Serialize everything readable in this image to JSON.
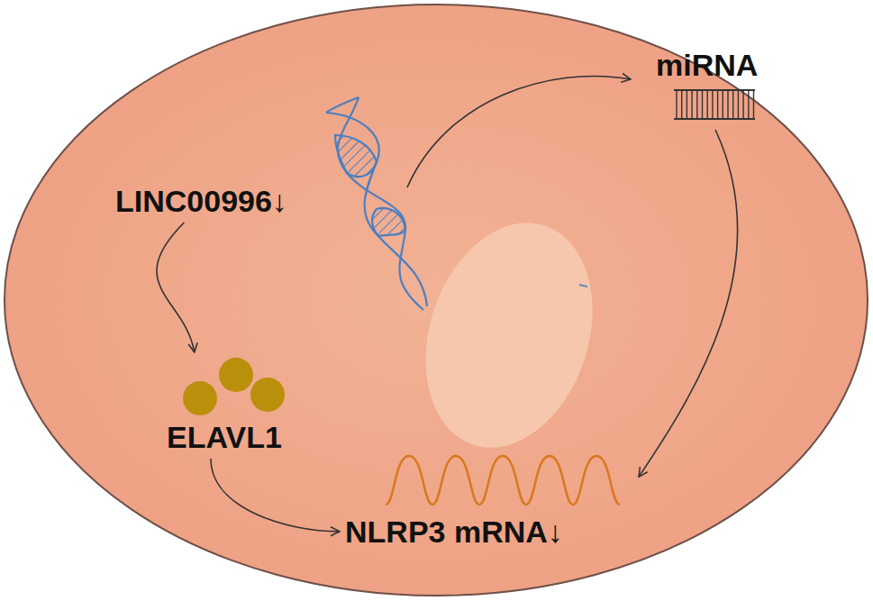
{
  "diagram": {
    "nodes": [
      {
        "text": [
          "LINC00996↓"
        ]
      },
      {
        "text": [
          "miRNA"
        ]
      },
      {
        "text": [
          "ELAVL1"
        ]
      },
      {
        "text": [
          "NLRP3 mRNA↓"
        ]
      }
    ],
    "edges": [
      {
        "from": 0,
        "to": 2,
        "arrow": "to"
      },
      {
        "from": 2,
        "to": 3,
        "arrow": "to"
      },
      {
        "from": 1,
        "to": 3,
        "arrow": "to"
      }
    ]
  }
}
